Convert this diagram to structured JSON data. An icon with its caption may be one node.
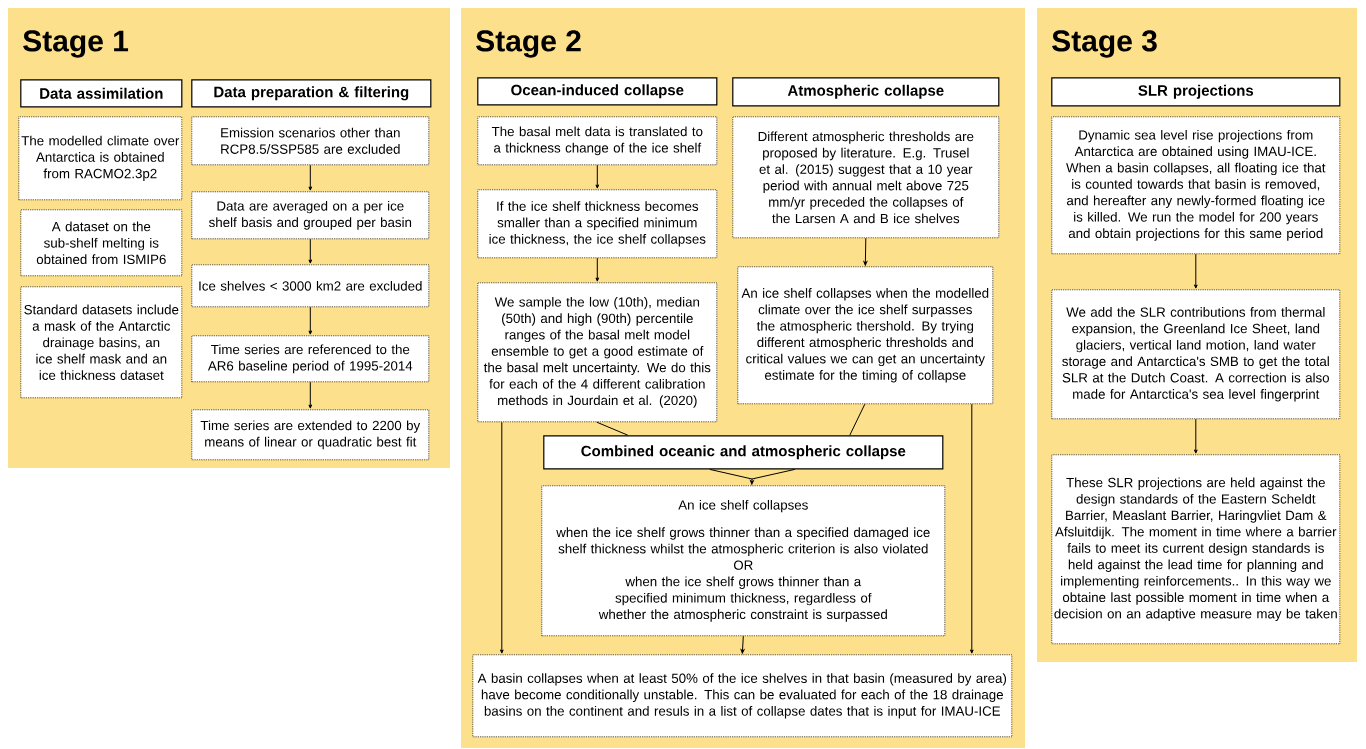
{
  "diagram": {
    "nodes": [
      {
        "text": [
          "Stage 1"
        ]
      },
      {
        "text": [
          "Data assimilation"
        ],
        "in": 0
      },
      {
        "text": [
          "Data preparation & filtering"
        ],
        "in": 0
      },
      {
        "text": [
          "The modelled climate over Antarctica is obtained from RACMO2.3p2"
        ],
        "in": 0
      },
      {
        "text": [
          "A dataset on the sub-shelf melting is obtained from ISMIP6"
        ],
        "in": 0
      },
      {
        "text": [
          "Standard datasets include a mask of the Antarctic drainage basins, an ice shelf mask and an ice thickness dataset"
        ],
        "in": 0
      },
      {
        "text": [
          "Emission scenarios other than RCP8.5/SSP585 are excluded"
        ],
        "in": 0
      },
      {
        "text": [
          "Data are averaged on a per ice shelf basis and grouped per basin"
        ],
        "in": 0
      },
      {
        "text": [
          "Ice shelves <  3000 km2 are excluded"
        ],
        "in": 0
      },
      {
        "text": [
          "Time series are referenced to the AR6 baseline period of 1995-2014"
        ],
        "in": 0
      },
      {
        "text": [
          "Time series are extended to 2200 by means of linear or quadratic best fit"
        ],
        "in": 0
      },
      {
        "text": [
          "Stage 2"
        ]
      },
      {
        "text": [
          "Ocean-induced collapse"
        ],
        "in": 11
      },
      {
        "text": [
          "Atmospheric collapse"
        ],
        "in": 11
      },
      {
        "text": [
          "The basal melt data is translated to a thickness change of the ice shelf"
        ],
        "in": 11
      },
      {
        "text": [
          "If the ice shelf thickness becomes smaller than a specified minimum ice thickness, the ice shelf collapses"
        ],
        "in": 11
      },
      {
        "text": [
          "We sample the low (10th), median (50th) and high (90th) percentile ranges of the basal melt model ensemble to get a good estimate of the basal melt uncertainty. We do this for each of the 4 different calibration methods in Jourdain et al. (2020)"
        ],
        "in": 11
      },
      {
        "text": [
          "Different atmospheric thresholds are proposed by literature. E.g. Trusel et al. (2015) suggest that a 10 year period with annual melt above 725 mm/yr preceded the collapses of the Larsen A and B ice shelves"
        ],
        "in": 11
      },
      {
        "text": [
          "An ice shelf collapses when the modelled climate over the ice shelf surpasses the atmospheric thershold. By trying different atmospheric thresholds and critical values we can get an uncertainty estimate for the timing of collapse"
        ],
        "in": 11
      },
      {
        "text": [
          "Combined oceanic and atmospheric collapse"
        ],
        "in": 11
      },
      {
        "text": [
          "An ice shelf collapses",
          "when the ice shelf grows thinner than a specified damaged ice shelf thickness whilst the atmospheric criterion is also violated",
          "OR",
          "when the ice shelf grows thinner than a specified minimum thickness, regardless of whether the atmospheric constraint is surpassed"
        ],
        "in": 11
      },
      {
        "text": [
          "A basin collapses when at least 50% of the ice shelves in that basin  (measured by area) have become conditionally unstable. This can be evaluated for each of the 18 drainage basins on the continent and resuls in a list of collapse dates that is input for IMAU-ICE"
        ],
        "in": 11
      },
      {
        "text": [
          "Stage 3"
        ]
      },
      {
        "text": [
          "SLR projections"
        ],
        "in": 22
      },
      {
        "text": [
          "Dynamic sea level rise projections from Antarctica are obtained using IMAU-ICE. When a basin collapses, all floating ice that is counted towards that basin is removed, and hereafter any newly-formed floating ice is killed. We run the model for 200 years and obtain projections for this same period"
        ],
        "in": 22
      },
      {
        "text": [
          "We add the SLR contributions from thermal expansion, the Greenland Ice Sheet, land glaciers, vertical land motion,  land water storage and Antarctica's  SMB to get the total SLR at the Dutch Coast. A correction is also made for Antarctica's sea level fingerprint"
        ],
        "in": 22
      },
      {
        "text": [
          "These SLR projections are held against the design standards of the Eastern Scheldt Barrier, Measlant Barrier,  Haringvliet Dam & Afsluitdijk.  The moment in time where a barrier fails to meet its current design standards is held against the lead time for planning and implementing reinforcements.. In this way we obtaine last possible moment in time when a decision on an adaptive measure may be taken"
        ],
        "in": 22
      }
    ],
    "edges": [
      {
        "from": 6,
        "to": 7,
        "arrow": "to"
      },
      {
        "from": 7,
        "to": 8,
        "arrow": "to"
      },
      {
        "from": 8,
        "to": 9,
        "arrow": "to"
      },
      {
        "from": 9,
        "to": 10,
        "arrow": "to"
      },
      {
        "from": 14,
        "to": 15,
        "arrow": "to"
      },
      {
        "from": 15,
        "to": 16,
        "arrow": "to"
      },
      {
        "from": 17,
        "to": 18,
        "arrow": "to"
      },
      {
        "from": 16,
        "to": 19,
        "arrow": "none"
      },
      {
        "from": 18,
        "to": 19,
        "arrow": "none"
      },
      {
        "from": 19,
        "to": 20,
        "arrow": "to"
      },
      {
        "from": 16,
        "to": 21,
        "arrow": "to"
      },
      {
        "from": 18,
        "to": 21,
        "arrow": "to"
      },
      {
        "from": 20,
        "to": 21,
        "arrow": "to"
      },
      {
        "from": 24,
        "to": 25,
        "arrow": "to"
      },
      {
        "from": 25,
        "to": 26,
        "arrow": "to"
      }
    ]
  }
}
